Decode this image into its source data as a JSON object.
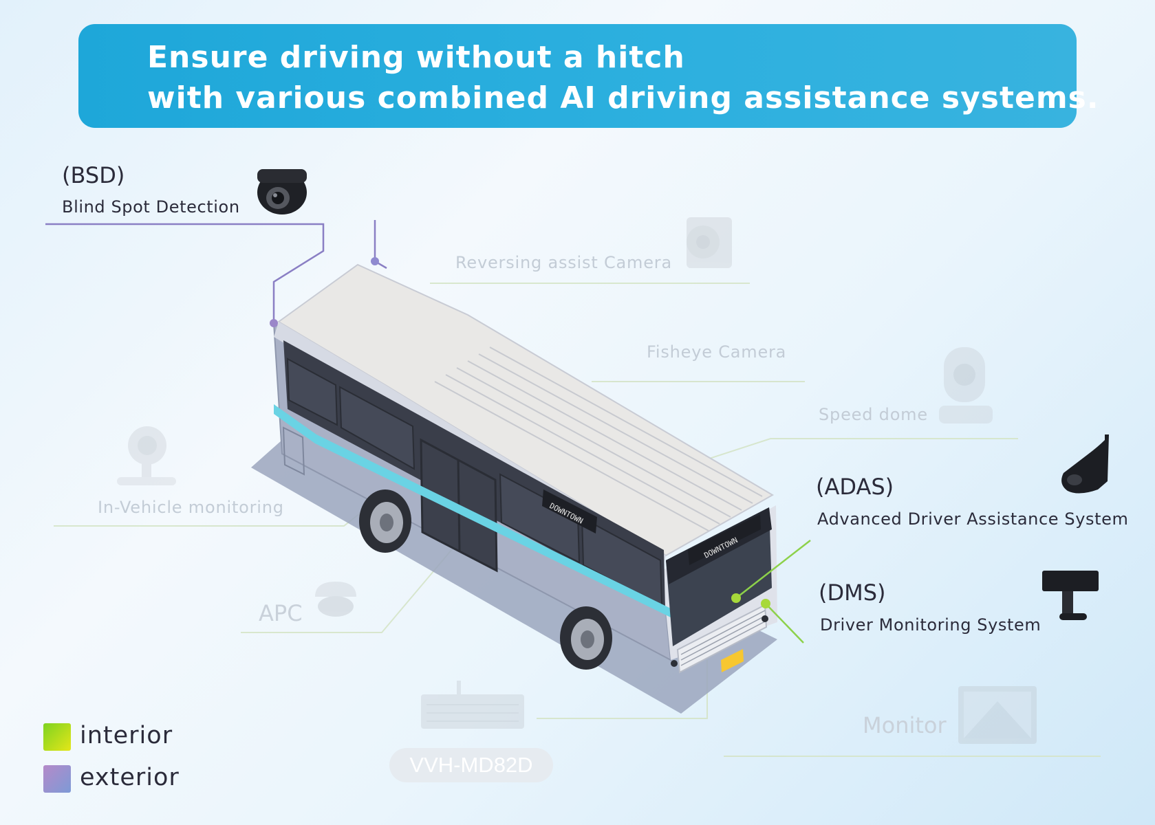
{
  "banner": {
    "line1": "Ensure driving without a hitch",
    "line2": "with various combined AI driving assistance systems."
  },
  "features": {
    "bsd": {
      "code": "(BSD)",
      "name": "Blind Spot Detection",
      "category": "exterior"
    },
    "adas": {
      "code": "(ADAS)",
      "name": "Advanced Driver Assistance System",
      "category": "interior"
    },
    "dms": {
      "code": "(DMS)",
      "name": "Driver Monitoring System",
      "category": "interior"
    }
  },
  "faded_labels": {
    "reversing": "Reversing assist Camera",
    "fisheye": "Fisheye Camera",
    "speed_dome": "Speed dome",
    "in_vehicle": "In-Vehicle monitoring",
    "apc": "APC",
    "monitor": "Monitor",
    "recorder_model": "VVH-MD82D"
  },
  "bus": {
    "destination_sign": "DOWNTOWN"
  },
  "legend": {
    "interior": {
      "label": "interior",
      "color_start": "#7ed321",
      "color_end": "#e4e619"
    },
    "exterior": {
      "label": "exterior",
      "color_start": "#b58ac9",
      "color_end": "#7d9ad6"
    }
  },
  "colors": {
    "banner": "#1ea7d9",
    "interior_line": "#9fd646",
    "exterior_line": "#8a7fc4"
  },
  "icons": [
    "dome-camera-icon",
    "reversing-camera-icon",
    "speed-dome-icon",
    "in-vehicle-camera-icon",
    "apc-sensor-icon",
    "recorder-icon",
    "monitor-icon",
    "adas-camera-icon",
    "dms-camera-icon"
  ]
}
